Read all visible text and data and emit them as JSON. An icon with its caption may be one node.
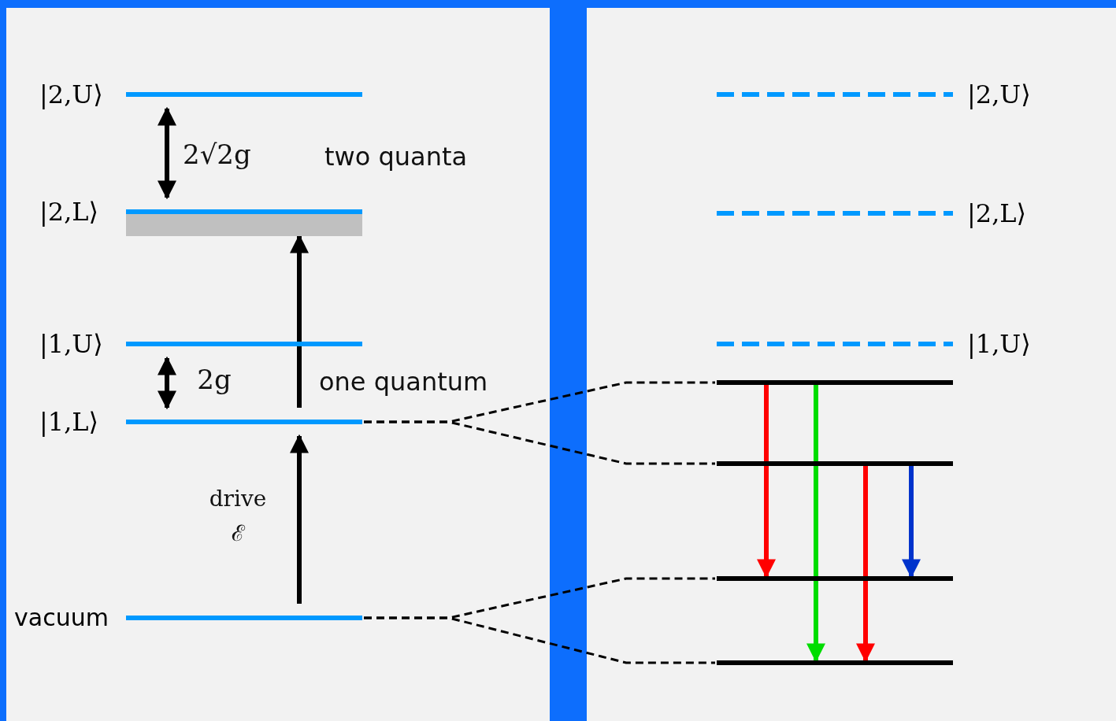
{
  "diagram": {
    "nodes": [
      {
        "text": [
          "|2,U⟩"
        ]
      },
      {
        "text": [
          "|2,L⟩"
        ]
      },
      {
        "text": [
          "|1,U⟩"
        ]
      },
      {
        "text": [
          "|1,L⟩"
        ]
      },
      {
        "text": [
          "vacuum"
        ]
      },
      {
        "text": [
          "|2,U⟩"
        ]
      },
      {
        "text": [
          "|2,L⟩"
        ]
      },
      {
        "text": [
          "|1,U⟩"
        ]
      },
      {
        "text": [],
        "shape": "bar"
      },
      {
        "text": [],
        "shape": "bar"
      },
      {
        "text": [],
        "shape": "bar"
      },
      {
        "text": [],
        "shape": "bar"
      }
    ],
    "edges": [
      {
        "from": 4,
        "to": 3,
        "arrow": "to",
        "label": "drive ℰ"
      },
      {
        "from": 3,
        "to": 1,
        "arrow": "to"
      },
      {
        "from": 3,
        "to": 8,
        "arrow": "none",
        "style": "dashed"
      },
      {
        "from": 3,
        "to": 9,
        "arrow": "none",
        "style": "dashed"
      },
      {
        "from": 4,
        "to": 10,
        "arrow": "none",
        "style": "dashed"
      },
      {
        "from": 4,
        "to": 11,
        "arrow": "none",
        "style": "dashed"
      },
      {
        "from": 8,
        "to": 10,
        "arrow": "to",
        "color": "#ff0000"
      },
      {
        "from": 8,
        "to": 11,
        "arrow": "to",
        "color": "#00dd00"
      },
      {
        "from": 9,
        "to": 11,
        "arrow": "to",
        "color": "#ff0000"
      },
      {
        "from": 9,
        "to": 10,
        "arrow": "to",
        "color": "#0033cc"
      },
      {
        "from": 0,
        "to": 1,
        "arrow": "both",
        "label": "2√2g"
      },
      {
        "from": 2,
        "to": 3,
        "arrow": "both",
        "label": "2g"
      }
    ],
    "labels": [
      "two quanta",
      "one quantum"
    ]
  }
}
